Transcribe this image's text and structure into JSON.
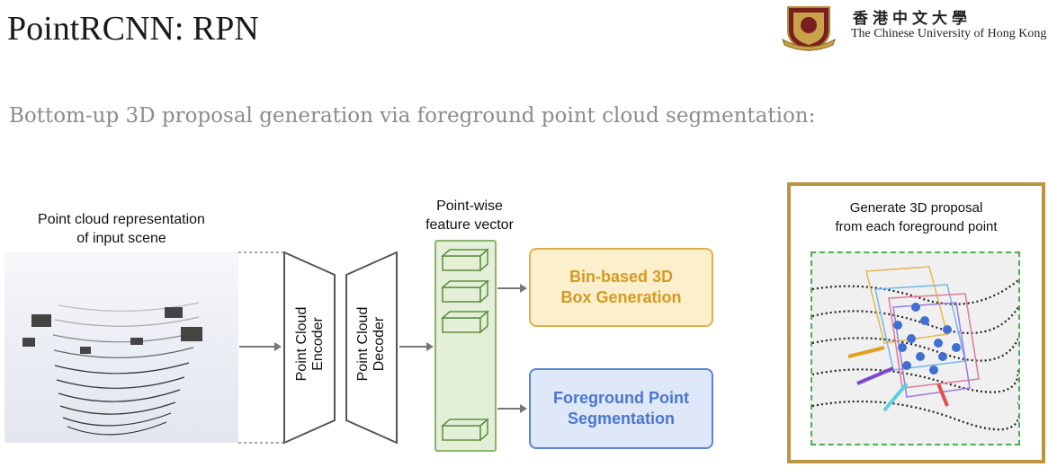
{
  "slide": {
    "title": "PointRCNN: RPN",
    "subtitle": "Bottom-up 3D proposal generation via foreground point cloud segmentation:"
  },
  "institution": {
    "name_cn": "香港中文大學",
    "name_en": "The Chinese University of Hong Kong"
  },
  "diagram": {
    "input_label": "Point cloud representation\nof input scene",
    "encoder_label": "Point Cloud\nEncoder",
    "decoder_label": "Point Cloud\nDecoder",
    "feature_label": "Point-wise\nfeature vector",
    "box_generation_label": "Bin-based 3D\nBox Generation",
    "segmentation_label": "Foreground Point\nSegmentation",
    "proposal_label": "Generate 3D proposal\nfrom each foreground point"
  },
  "colors": {
    "orange_fill": "#fcefcc",
    "orange_border": "#e0b04e",
    "orange_text": "#d49a22",
    "blue_fill": "#dfe8f8",
    "blue_border": "#5a84d6",
    "blue_text": "#4a76cf",
    "feature_fill": "#e4efd8",
    "feature_border": "#8ab56a",
    "frame_border": "#b99544"
  }
}
